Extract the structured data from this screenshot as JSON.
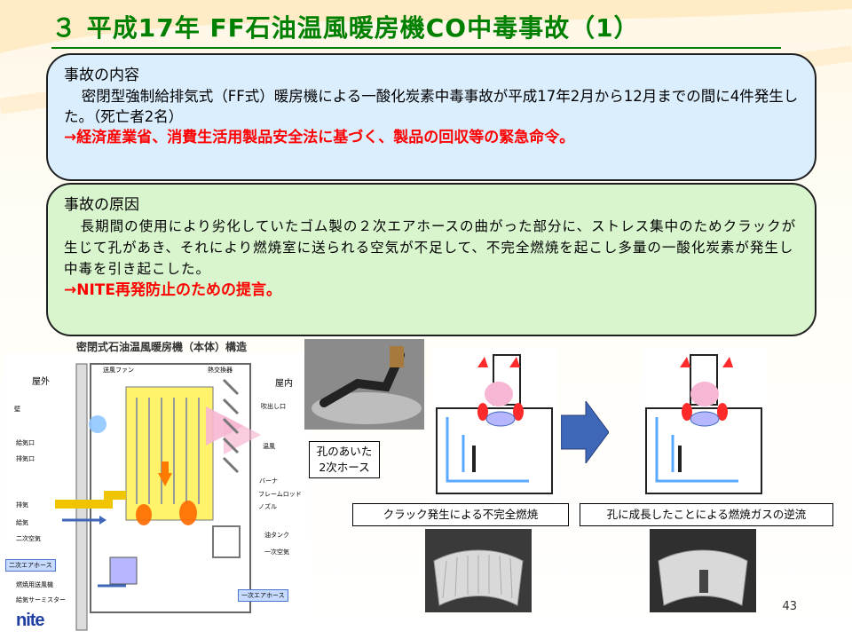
{
  "slide": {
    "title": "３ 平成17年 FF石油温風暖房機CO中毒事故（1）",
    "page_number": "43",
    "logo_text": "nite"
  },
  "box1": {
    "heading": "事故の内容",
    "body": "密閉型強制給排気式（FF式）暖房機による一酸化炭素中毒事故が平成17年2月から12月までの間に4件発生した。（死亡者2名）",
    "red": "→経済産業省、消費生活用製品安全法に基づく、製品の回収等の緊急命令。"
  },
  "box2": {
    "heading": "事故の原因",
    "body": "長期間の使用により劣化していたゴム製の２次エアホースの曲がった部分に、ストレス集中のためクラックが生じて孔があき、それにより燃焼室に送られる空気が不足して、不完全燃焼を起こし多量の一酸化炭素が発生し中毒を引き起こした。",
    "red": "→NITE再発防止のための提言。"
  },
  "diagram": {
    "title": "密閉式石油温風暖房機（本体）構造",
    "labels": {
      "outdoor": "屋外",
      "indoor": "屋内",
      "wall": "壁",
      "fan": "送風ファン",
      "heat_exchanger": "熱交換器",
      "outlet": "吹出し口",
      "warm_air": "温風",
      "burner": "バーナ",
      "flame_rod": "フレームロッド",
      "nozzle": "ノズル",
      "oil_tank": "油タンク",
      "primary_air": "一次空気",
      "intake": "給気口",
      "exhaust_port": "排気口",
      "exhaust": "排気",
      "intake2": "給気",
      "secondary_air": "二次空気",
      "combustion_blower": "燃焼用送風機",
      "thermistor": "給気サーミスター",
      "secondary_hose": "二次エアホース",
      "primary_hose": "一次エアホース"
    }
  },
  "photo_label": "孔のあいた\n2次ホース",
  "caption_left": "クラック発生による不完全燃焼",
  "caption_right": "孔に成長したことによる燃焼ガスの逆流",
  "colors": {
    "title": "#008000",
    "box1_bg": "#dbeefe",
    "box2_bg": "#d8f5ce",
    "red": "#ff0000",
    "arrow": "#3f67b8"
  }
}
